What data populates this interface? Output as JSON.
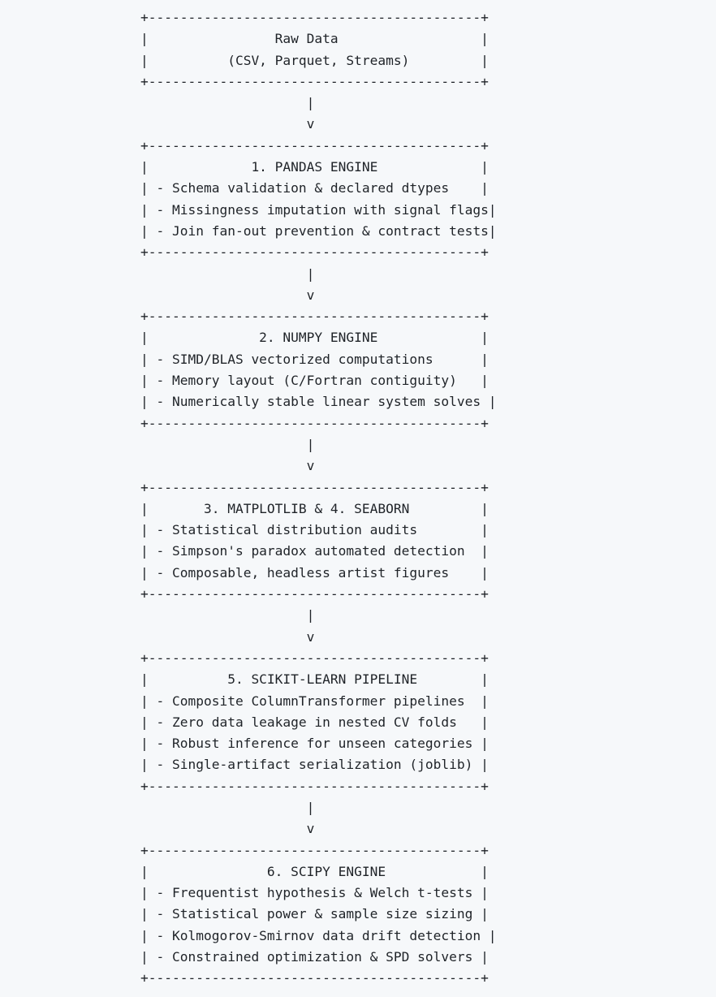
{
  "lines": [
    "+------------------------------------------+",
    "|                Raw Data                  |",
    "|          (CSV, Parquet, Streams)         |",
    "+------------------------------------------+",
    "                     |",
    "                     v",
    "+------------------------------------------+",
    "|             1. PANDAS ENGINE             |",
    "| - Schema validation & declared dtypes    |",
    "| - Missingness imputation with signal flags|",
    "| - Join fan-out prevention & contract tests|",
    "+------------------------------------------+",
    "                     |",
    "                     v",
    "+------------------------------------------+",
    "|              2. NUMPY ENGINE             |",
    "| - SIMD/BLAS vectorized computations      |",
    "| - Memory layout (C/Fortran contiguity)   |",
    "| - Numerically stable linear system solves |",
    "+------------------------------------------+",
    "                     |",
    "                     v",
    "+------------------------------------------+",
    "|       3. MATPLOTLIB & 4. SEABORN         |",
    "| - Statistical distribution audits        |",
    "| - Simpson's paradox automated detection  |",
    "| - Composable, headless artist figures    |",
    "+------------------------------------------+",
    "                     |",
    "                     v",
    "+------------------------------------------+",
    "|          5. SCIKIT-LEARN PIPELINE        |",
    "| - Composite ColumnTransformer pipelines  |",
    "| - Zero data leakage in nested CV folds   |",
    "| - Robust inference for unseen categories |",
    "| - Single-artifact serialization (joblib) |",
    "+------------------------------------------+",
    "                     |",
    "                     v",
    "+------------------------------------------+",
    "|               6. SCIPY ENGINE            |",
    "| - Frequentist hypothesis & Welch t-tests |",
    "| - Statistical power & sample size sizing |",
    "| - Kolmogorov-Smirnov data drift detection |",
    "| - Constrained optimization & SPD solvers |",
    "+------------------------------------------+"
  ]
}
